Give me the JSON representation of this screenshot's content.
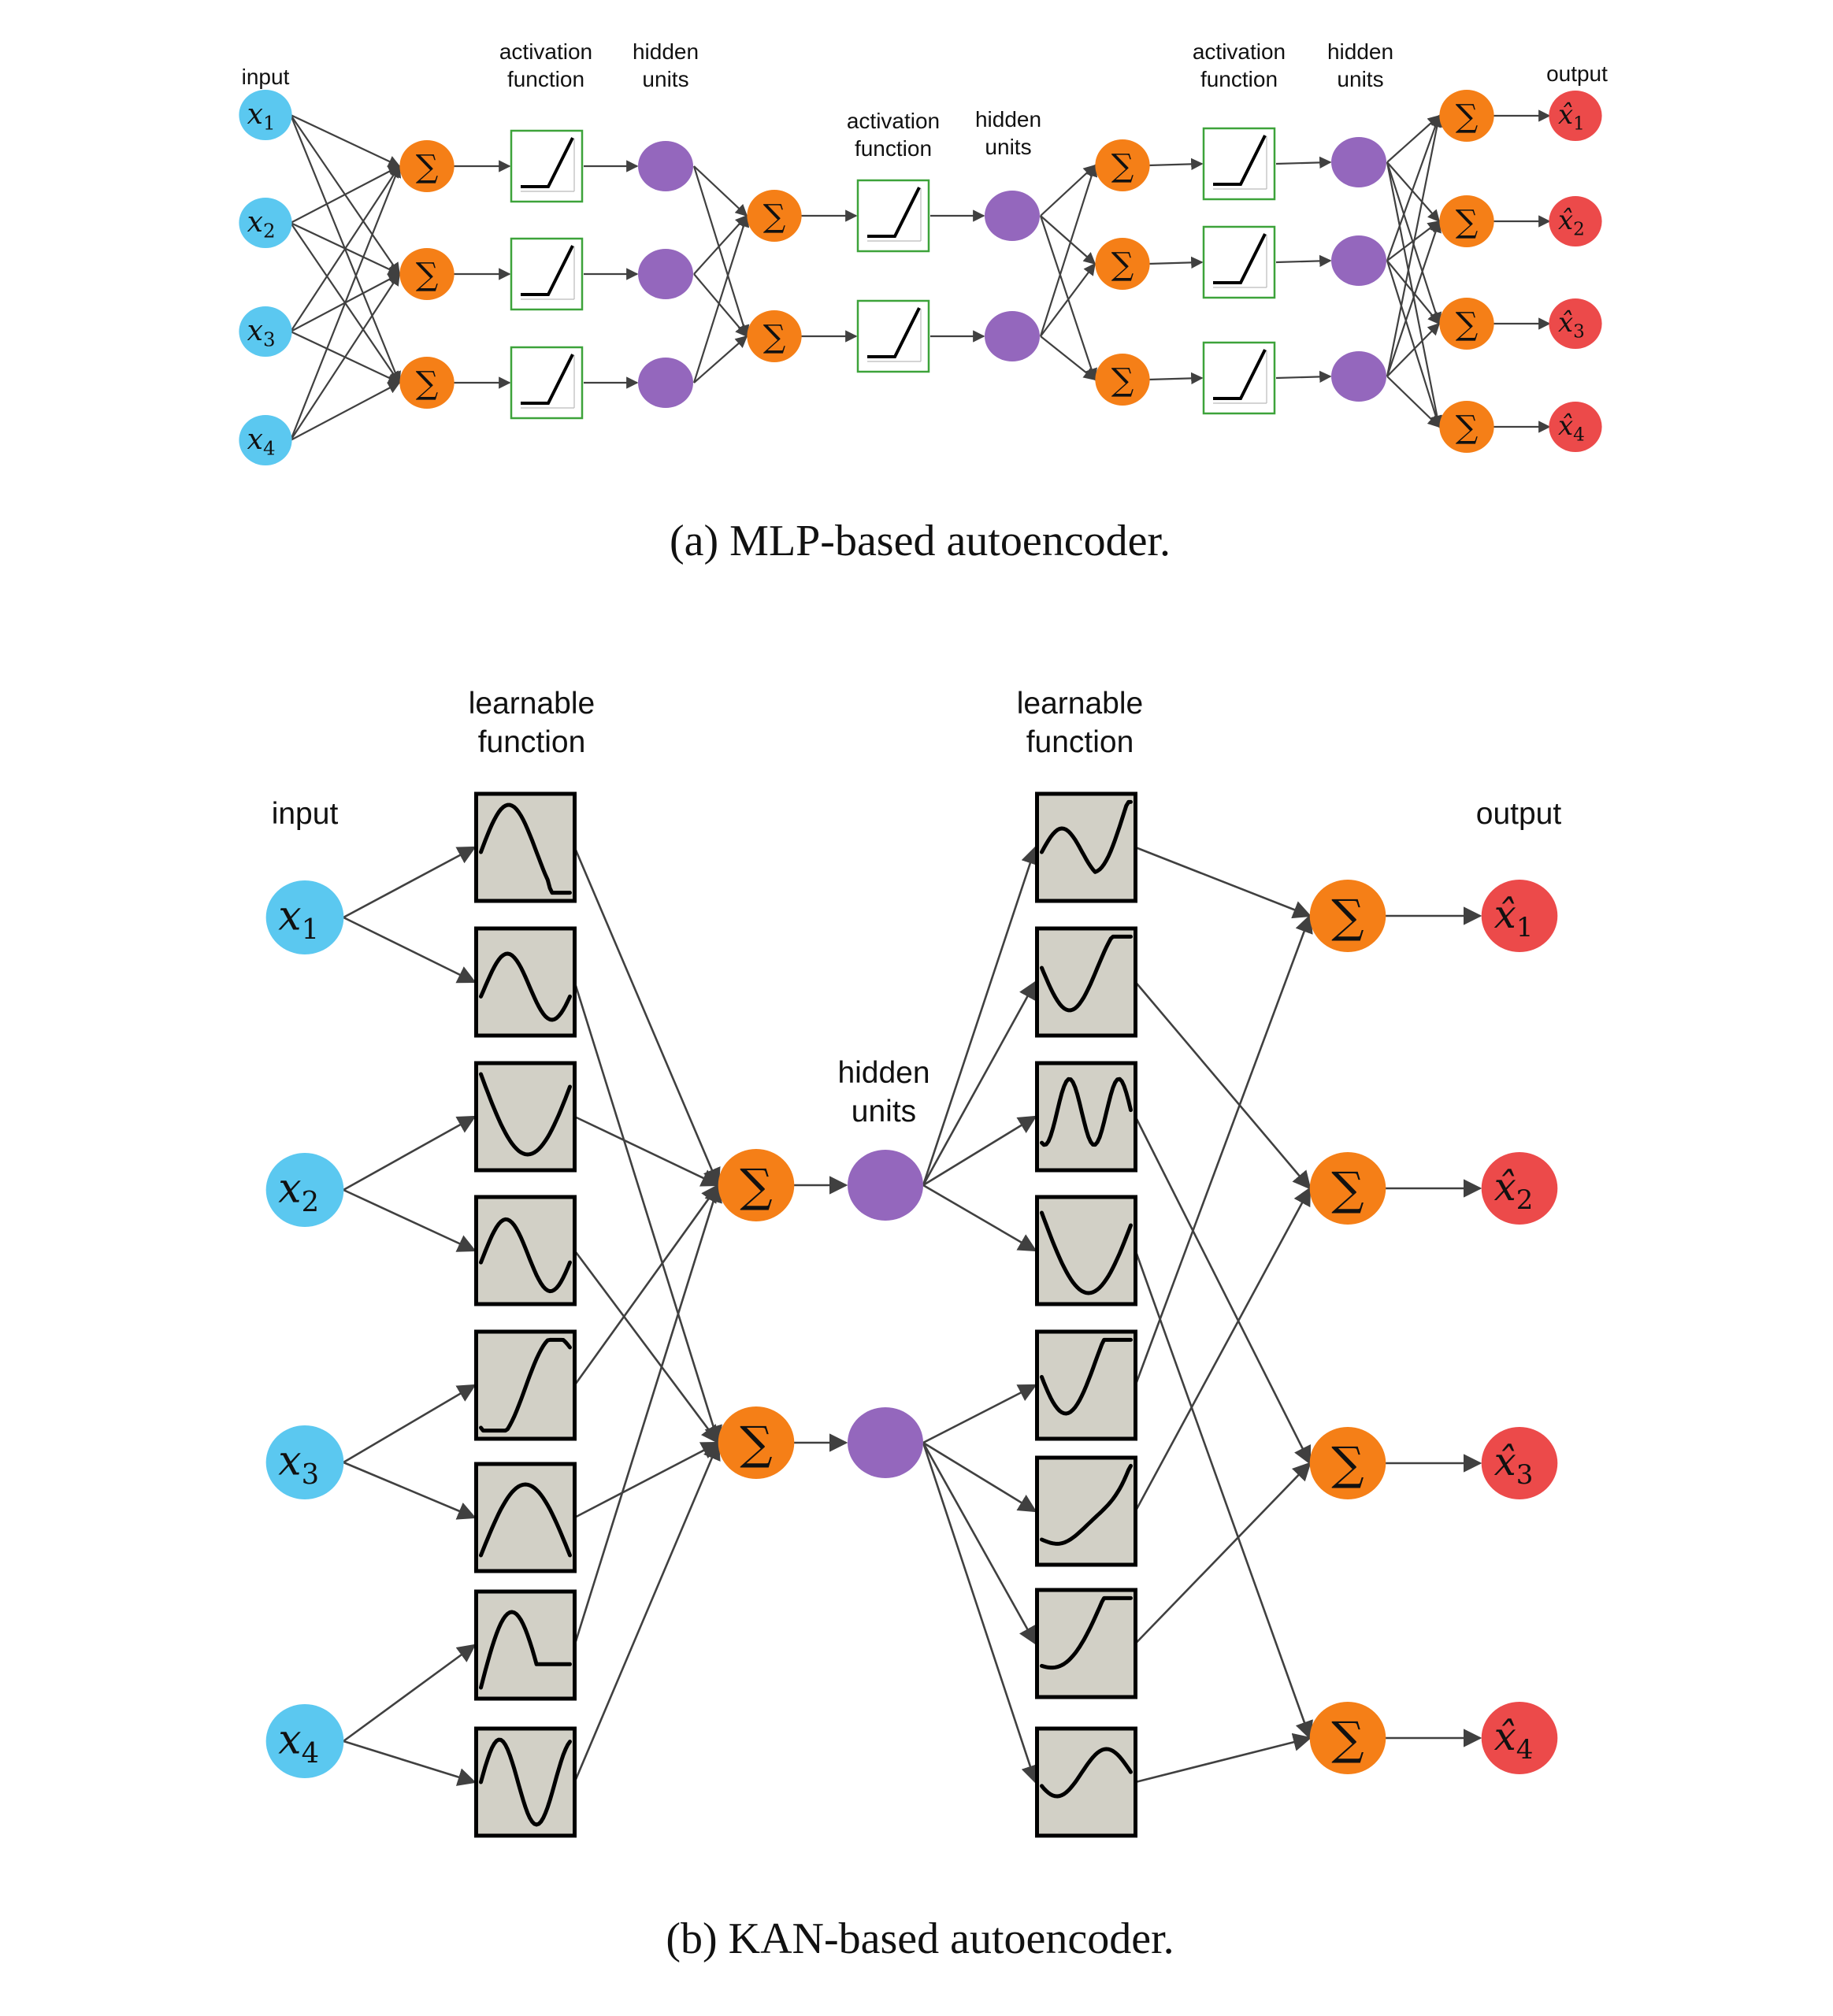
{
  "colors": {
    "input": "#5bc8f0",
    "sum": "#f57f17",
    "hidden": "#9467bd",
    "output": "#ec4a4a",
    "activation_border": "#3da33a",
    "function_fill": "#d2d0c6",
    "edge": "#404040"
  },
  "icons": {
    "sum": "∑",
    "input": "input-node-icon",
    "output": "output-node-icon",
    "hidden": "hidden-unit-icon",
    "relu": "relu-plot-icon",
    "spline": "spline-plot-icon"
  },
  "mlp": {
    "caption": "(a) MLP-based autoencoder.",
    "labels": {
      "input": "input",
      "act1": "activation function",
      "hid1": "hidden units",
      "act2": "activation function",
      "hid2": "hidden units",
      "act3": "activation function",
      "hid3": "hidden units",
      "output": "output"
    },
    "inputs": [
      "x1",
      "x2",
      "x3",
      "x4"
    ],
    "outputs": [
      "x̂1",
      "x̂2",
      "x̂3",
      "x̂4"
    ],
    "layer_sizes": [
      4,
      3,
      2,
      3,
      4
    ]
  },
  "kan": {
    "caption": "(b) KAN-based autoencoder.",
    "labels": {
      "input": "input",
      "func1": "learnable function",
      "hidden": "hidden units",
      "func2": "learnable function",
      "output": "output"
    },
    "inputs": [
      "x1",
      "x2",
      "x3",
      "x4"
    ],
    "outputs": [
      "x̂1",
      "x̂2",
      "x̂3",
      "x̂4"
    ],
    "encoder_functions": 8,
    "decoder_functions": 8,
    "hidden_units": 2
  }
}
